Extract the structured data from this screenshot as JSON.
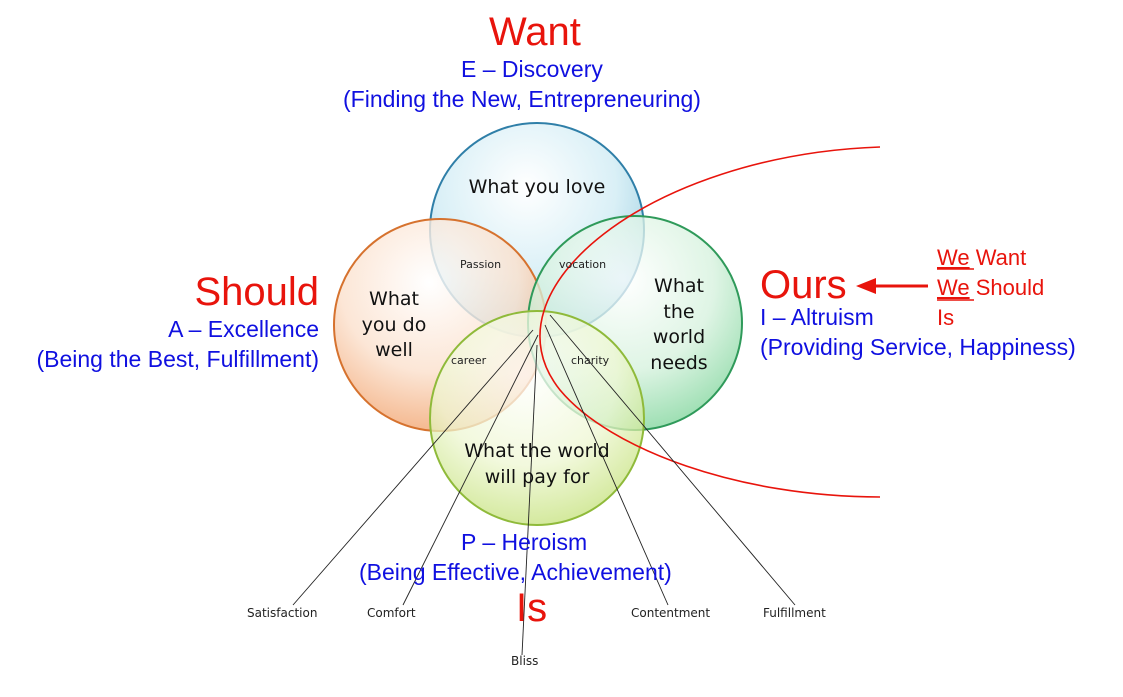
{
  "want": {
    "title": "Want",
    "subtitle": "E – Discovery",
    "detail": "(Finding the New, Entrepreneuring)"
  },
  "should": {
    "title": "Should",
    "subtitle": "A – Excellence",
    "detail": "(Being the Best, Fulfillment)"
  },
  "is": {
    "title": "Is",
    "subtitle": "P – Heroism",
    "detail": "(Being Effective, Achievement)"
  },
  "ours": {
    "title": "Ours",
    "subtitle": "I – Altruism",
    "detail": "(Providing Service, Happiness)",
    "lines": [
      {
        "prefix": "We",
        "rest": " Want"
      },
      {
        "prefix": "We",
        "rest": " Should"
      },
      {
        "prefix": "",
        "rest": "Is"
      }
    ]
  },
  "circles": {
    "love": "What you love",
    "well": "What\nyou do\nwell",
    "needs": "What\nthe\nworld\nneeds",
    "pay": "What the world\nwill pay for"
  },
  "overlaps": {
    "passion": "Passion",
    "vocation": "vocation",
    "career": "career",
    "charity": "charity"
  },
  "endpoints": {
    "satisfaction": "Satisfaction",
    "comfort": "Comfort",
    "bliss": "Bliss",
    "contentment": "Contentment",
    "fulfillment": "Fulfillment"
  },
  "colors": {
    "red": "#e8140c",
    "blue": "#1010e0",
    "love_fill": "#bfe3ee",
    "well_fill": "#f7c9a6",
    "needs_fill": "#b9e8c8",
    "pay_fill": "#dff0b0"
  }
}
